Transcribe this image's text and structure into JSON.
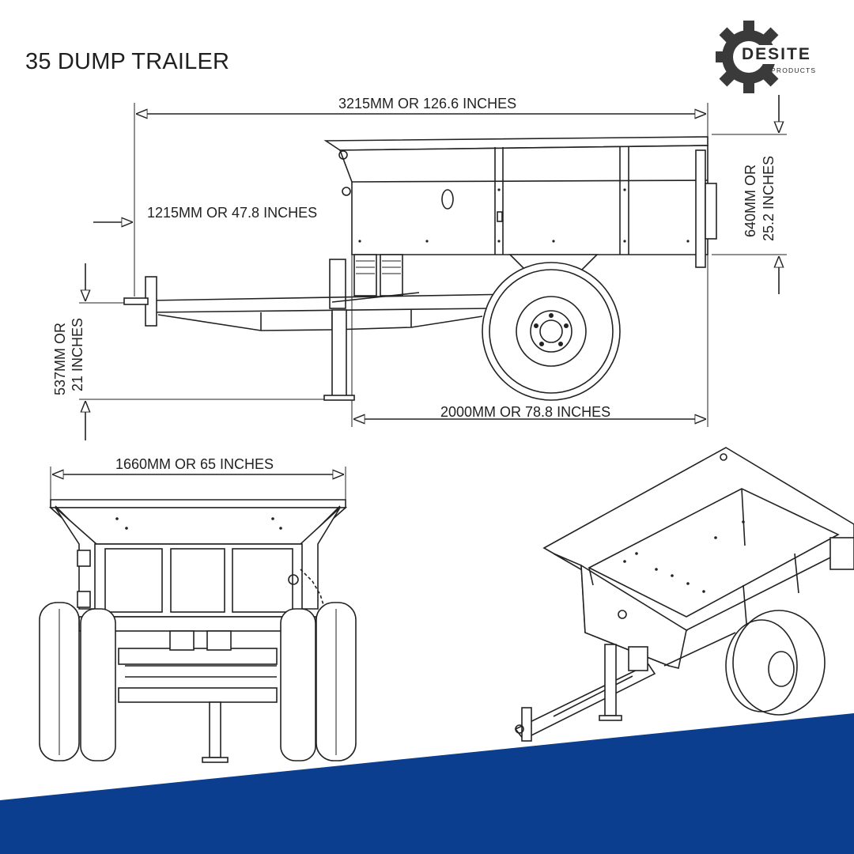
{
  "title": "35 DUMP TRAILER",
  "logo": {
    "brand": "DESITE",
    "sub": "PRODUCTS",
    "icon": "gear-icon"
  },
  "dimensions": {
    "overall_length": "3215MM OR 126.6 INCHES",
    "tongue_length": "1215MM OR 47.8 INCHES",
    "box_height_line1": "640MM OR",
    "box_height_line2": "25.2 INCHES",
    "hitch_height_line1": "537MM OR",
    "hitch_height_line2": "21 INCHES",
    "box_length": "2000MM OR 78.8 INCHES",
    "overall_width": "1660MM OR 65 INCHES"
  },
  "colors": {
    "banner": "#0b3e8e",
    "line": "#222222"
  }
}
